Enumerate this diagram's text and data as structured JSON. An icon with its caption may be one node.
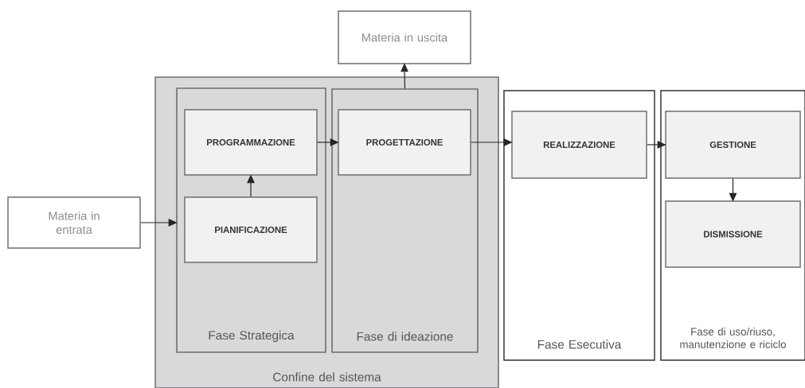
{
  "diagram": {
    "nodes": [
      {
        "text": [
          "Materia in uscita"
        ]
      },
      {
        "text": [
          "Materia in entrata"
        ]
      },
      {
        "text": [
          "Confine del sistema"
        ]
      },
      {
        "text": [
          "Fase Strategica"
        ],
        "in": 2
      },
      {
        "text": [
          "PROGRAMMAZIONE"
        ],
        "in": 3
      },
      {
        "text": [
          "PIANIFICAZIONE"
        ],
        "in": 3
      },
      {
        "text": [
          "Fase di ideazione"
        ],
        "in": 2
      },
      {
        "text": [
          "PROGETTAZIONE"
        ],
        "in": 6
      },
      {
        "text": [
          "Fase Esecutiva"
        ]
      },
      {
        "text": [
          "REALIZZAZIONE"
        ],
        "in": 8
      },
      {
        "text": [
          "Fase di uso/riuso, manutenzione e riciclo"
        ]
      },
      {
        "text": [
          "GESTIONE"
        ],
        "in": 10
      },
      {
        "text": [
          "DISMISSIONE"
        ],
        "in": 10
      }
    ],
    "edges": [
      {
        "from": 1,
        "to": 3,
        "arrow": "to"
      },
      {
        "from": 5,
        "to": 4,
        "arrow": "to"
      },
      {
        "from": 4,
        "to": 7,
        "arrow": "to"
      },
      {
        "from": 6,
        "to": 0,
        "arrow": "to"
      },
      {
        "from": 7,
        "to": 9,
        "arrow": "to"
      },
      {
        "from": 9,
        "to": 11,
        "arrow": "to"
      },
      {
        "from": 11,
        "to": 12,
        "arrow": "to"
      }
    ]
  }
}
